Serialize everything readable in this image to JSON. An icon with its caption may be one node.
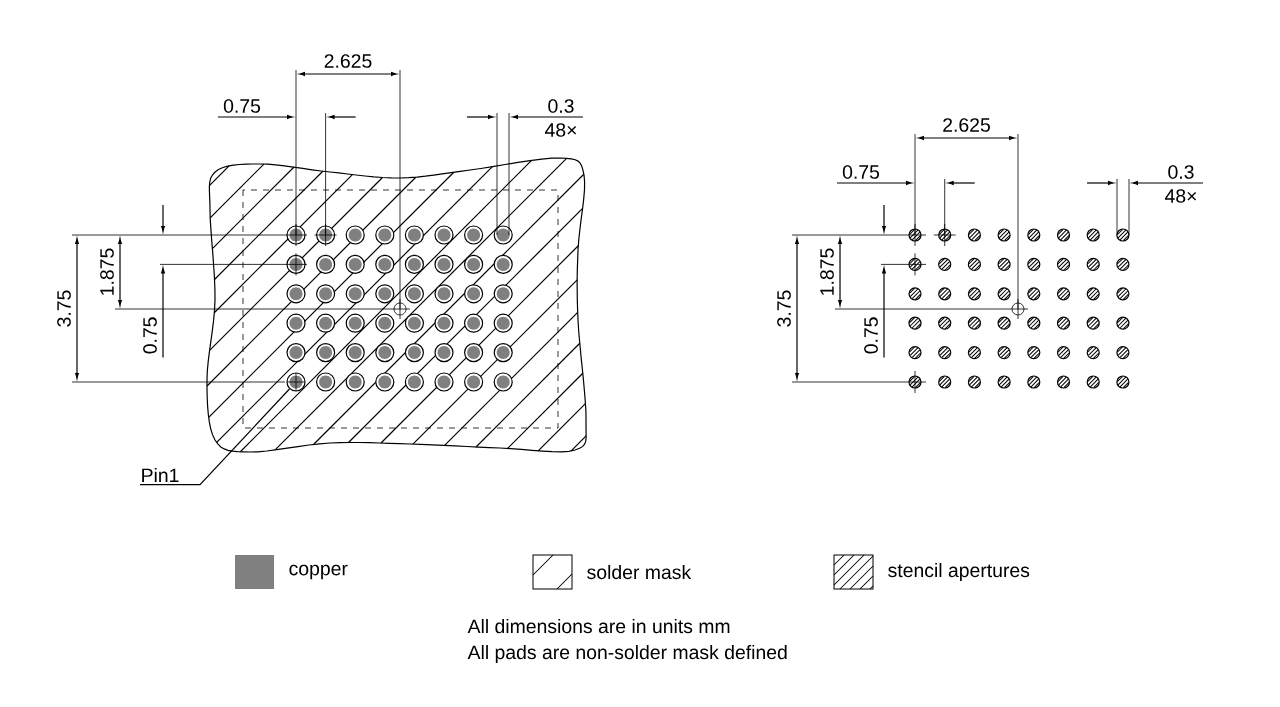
{
  "diagram": {
    "nodes": [
      {
        "text": [
          "Pin1"
        ]
      },
      {
        "text": [],
        "shape": "circle"
      }
    ],
    "edges": [
      {
        "from": 0,
        "to": 1,
        "arrow": "none"
      }
    ],
    "labels": [
      "2.625",
      "0.75",
      "0.3",
      "48×",
      "3.75",
      "1.875",
      "0.75",
      "2.625",
      "0.75",
      "0.3",
      "48×",
      "3.75",
      "1.875",
      "0.75",
      "All dimensions are in units mm",
      "All pads are non-solder mask defined"
    ],
    "legend": [
      {
        "text": "copper",
        "color": "#808080"
      },
      {
        "text": "solder mask"
      },
      {
        "text": "stencil apertures"
      }
    ]
  }
}
